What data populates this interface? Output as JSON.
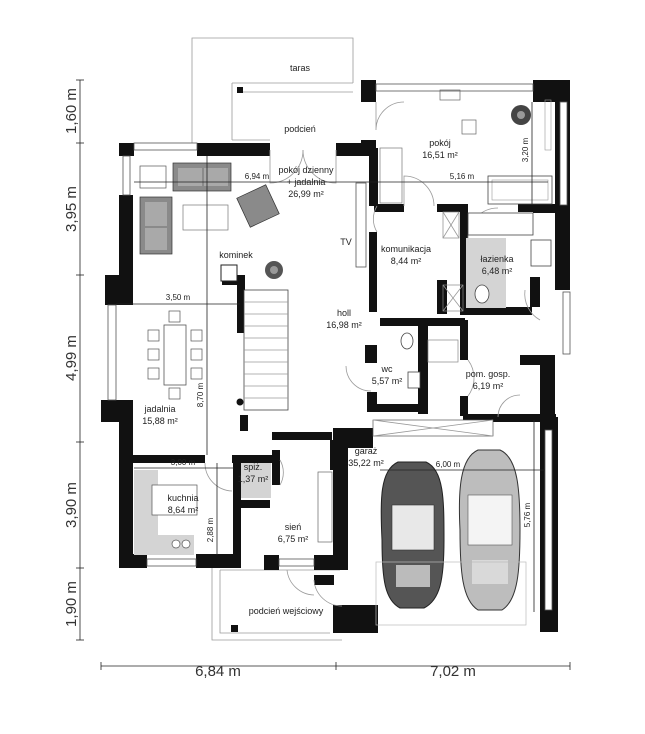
{
  "rooms": {
    "taras": "taras",
    "podcien": "podcień",
    "pokoj": "pokój",
    "pokoj_area": "16,51 m²",
    "pokoj_dzienny_1": "pokój dzienny",
    "pokoj_dzienny_2": "+ jadalnia",
    "pokoj_dzienny_area": "26,99 m²",
    "tv": "TV",
    "komunikacja": "komunikacja",
    "komunikacja_area": "8,44 m²",
    "lazienka": "łazienka",
    "lazienka_area": "6,48 m²",
    "kominek": "kominek",
    "holl": "holl",
    "holl_area": "16,98 m²",
    "wc": "wc",
    "wc_area": "5,57 m²",
    "pom_gosp": "pom. gosp.",
    "pom_gosp_area": "6,19 m²",
    "jadalnia": "jadalnia",
    "jadalnia_area": "15,88 m²",
    "garaz": "garaż",
    "garaz_area": "35,22 m²",
    "spiz": "spiż.",
    "spiz_area": "1,37 m²",
    "kuchnia": "kuchnia",
    "kuchnia_area": "8,64 m²",
    "sien": "sień",
    "sien_area": "6,75 m²",
    "podcien_wejsciowy": "podcień wejściowy"
  },
  "inner_dims": {
    "d694": "6,94 m",
    "d516": "5,16 m",
    "d320": "3,20 m",
    "d350": "3,50 m",
    "d870": "8,70 m",
    "d300": "3,00 m",
    "d288": "2,88 m",
    "d600": "6,00 m",
    "d576": "5,76 m"
  },
  "outer_dims": {
    "left": [
      "1,60 m",
      "3,95 m",
      "4,99 m",
      "3,90 m",
      "1,90 m"
    ],
    "bottom": [
      "6,84 m",
      "7,02 m"
    ]
  }
}
